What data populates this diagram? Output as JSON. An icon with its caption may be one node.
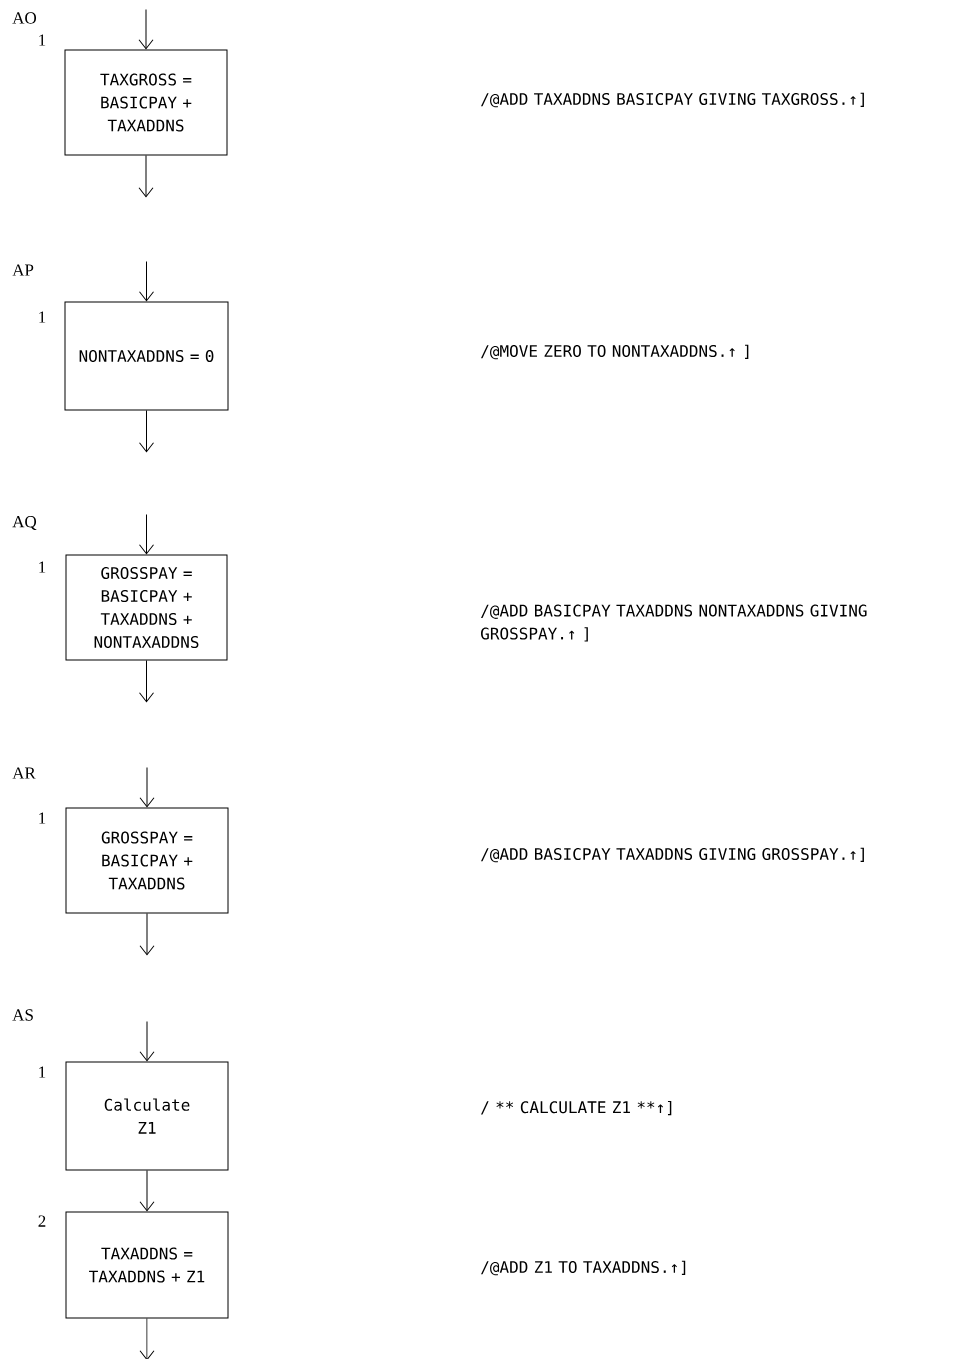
{
  "diagram": {
    "nodes": [
      {
        "text": [
          "TAXGROSS = BASICPAY + TAXADDNS"
        ]
      },
      {
        "text": [
          "NONTAXADDNS = 0"
        ]
      },
      {
        "text": [
          "GROSSPAY = BASICPAY + TAXADDNS + NONTAXADDNS"
        ]
      },
      {
        "text": [
          "GROSSPAY = BASICPAY + TAXADDNS"
        ]
      },
      {
        "text": [
          "Calculate Z1"
        ]
      },
      {
        "text": [
          "TAXADDNS = TAXADDNS + Z1"
        ]
      }
    ],
    "edges": [
      {
        "from": null,
        "to": 0,
        "arrow": "to"
      },
      {
        "from": 0,
        "to": null,
        "arrow": "to"
      },
      {
        "from": null,
        "to": 1,
        "arrow": "to"
      },
      {
        "from": 1,
        "to": null,
        "arrow": "to"
      },
      {
        "from": null,
        "to": 2,
        "arrow": "to"
      },
      {
        "from": 2,
        "to": null,
        "arrow": "to"
      },
      {
        "from": null,
        "to": 3,
        "arrow": "to"
      },
      {
        "from": 3,
        "to": null,
        "arrow": "to"
      },
      {
        "from": null,
        "to": 4,
        "arrow": "to"
      },
      {
        "from": 4,
        "to": 5,
        "arrow": "to"
      },
      {
        "from": 5,
        "to": null,
        "arrow": "to"
      }
    ],
    "labels": [
      "AO",
      "1",
      "/@ADD TAXADDNS BASICPAY GIVING TAXGROSS.↑]",
      "AP",
      "1",
      "/@MOVE ZERO TO NONTAXADDNS.↑ ]",
      "AQ",
      "1",
      "/@ADD BASICPAY TAXADDNS NONTAXADDNS GIVING GROSSPAY.↑ ]",
      "AR",
      "1",
      "/@ADD BASICPAY TAXADDNS GIVING GROSSPAY.↑]",
      "AS",
      "1",
      "/ ** CALCULATE Z1 **↑]",
      "2",
      "/@ADD Z1 TO TAXADDNS.↑]"
    ]
  }
}
